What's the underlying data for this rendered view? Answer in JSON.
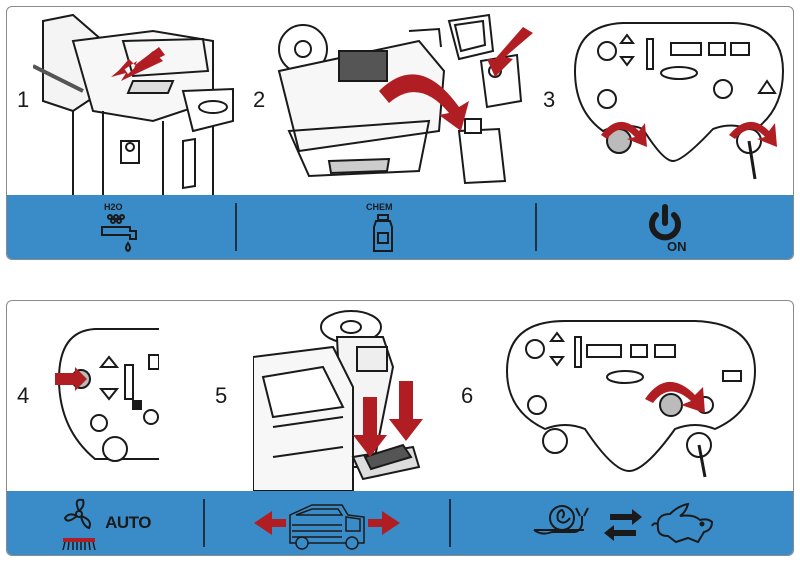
{
  "steps_top": [
    {
      "number": "1"
    },
    {
      "number": "2"
    },
    {
      "number": "3"
    }
  ],
  "steps_bottom": [
    {
      "number": "4"
    },
    {
      "number": "5"
    },
    {
      "number": "6"
    }
  ],
  "band_top": {
    "water_label": "H2O",
    "chem_label": "CHEM",
    "on_label": "ON"
  },
  "band_bottom": {
    "auto_label": "AUTO"
  },
  "colors": {
    "band_blue": "#3a8cc8",
    "arrow_red": "#b01e23",
    "line_dark": "#1a1a1a"
  }
}
